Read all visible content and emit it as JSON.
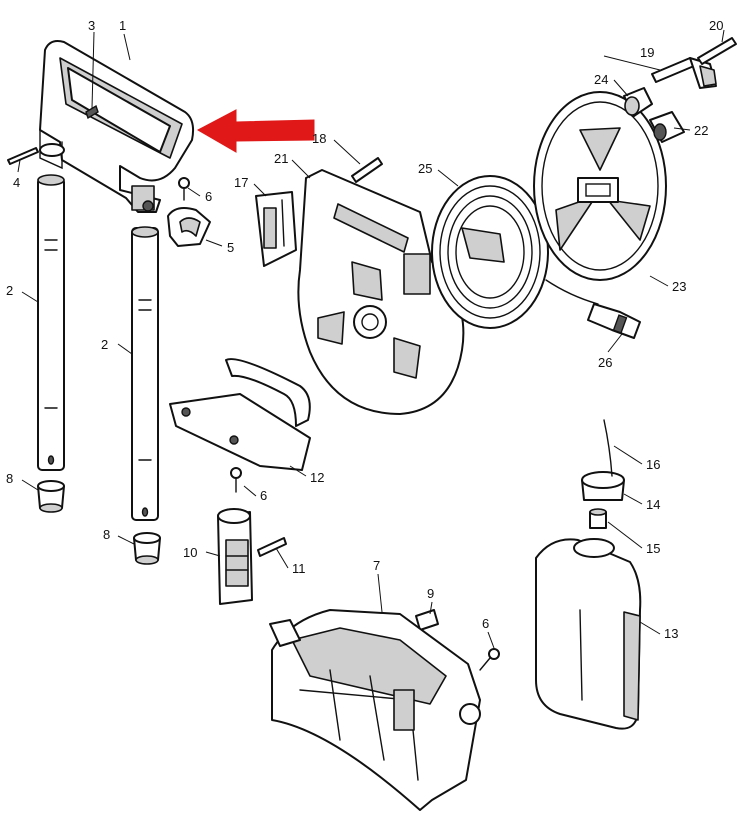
{
  "callouts": [
    {
      "id": "c1",
      "label": "1"
    },
    {
      "id": "c2a",
      "label": "2"
    },
    {
      "id": "c2b",
      "label": "2"
    },
    {
      "id": "c3",
      "label": "3"
    },
    {
      "id": "c4",
      "label": "4"
    },
    {
      "id": "c5",
      "label": "5"
    },
    {
      "id": "c6a",
      "label": "6"
    },
    {
      "id": "c6b",
      "label": "6"
    },
    {
      "id": "c6c",
      "label": "6"
    },
    {
      "id": "c7",
      "label": "7"
    },
    {
      "id": "c8a",
      "label": "8"
    },
    {
      "id": "c8b",
      "label": "8"
    },
    {
      "id": "c9",
      "label": "9"
    },
    {
      "id": "c10",
      "label": "10"
    },
    {
      "id": "c11",
      "label": "11"
    },
    {
      "id": "c12",
      "label": "12"
    },
    {
      "id": "c13",
      "label": "13"
    },
    {
      "id": "c14",
      "label": "14"
    },
    {
      "id": "c15",
      "label": "15"
    },
    {
      "id": "c16",
      "label": "16"
    },
    {
      "id": "c17",
      "label": "17"
    },
    {
      "id": "c18",
      "label": "18"
    },
    {
      "id": "c19",
      "label": "19"
    },
    {
      "id": "c20",
      "label": "20"
    },
    {
      "id": "c21",
      "label": "21"
    },
    {
      "id": "c22",
      "label": "22"
    },
    {
      "id": "c23",
      "label": "23"
    },
    {
      "id": "c24",
      "label": "24"
    },
    {
      "id": "c25",
      "label": "25"
    },
    {
      "id": "c26",
      "label": "26"
    }
  ],
  "colors": {
    "arrow": "#e01818",
    "line": "#111111",
    "shade": "#cfcfcf"
  },
  "highlight": {
    "target_part": "1"
  }
}
